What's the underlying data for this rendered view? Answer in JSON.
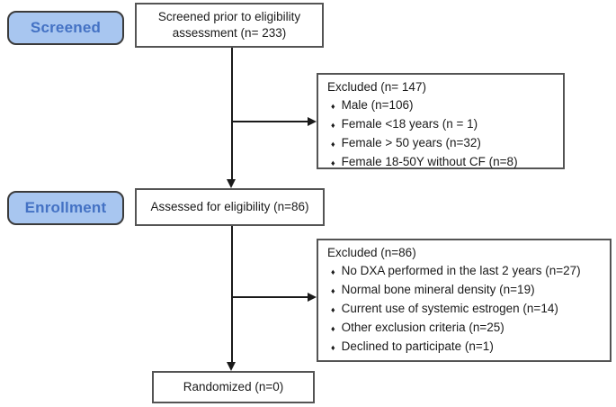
{
  "colors": {
    "stage_fill": "#a8c6f0",
    "stage_text": "#4472c4",
    "stage_border": "#3b3b3b",
    "box_border": "#545454",
    "line": "#1a1a1a"
  },
  "bullet_char": "♦",
  "stages": {
    "screened": "Screened",
    "enrollment": "Enrollment"
  },
  "boxes": {
    "screened_prior": "Screened prior to eligibility assessment (n= 233)",
    "assessed": "Assessed for eligibility (n=86)",
    "randomized": "Randomized (n=0)"
  },
  "excluded_screening": {
    "title": "Excluded (n= 147)",
    "items": [
      "Male (n=106)",
      "Female <18 years (n = 1)",
      "Female > 50 years (n=32)",
      "Female 18-50Y without CF (n=8)"
    ]
  },
  "excluded_eligibility": {
    "title": "Excluded (n=86)",
    "items": [
      "No DXA performed in the last 2 years (n=27)",
      "Normal bone mineral density (n=19)",
      "Current use of systemic estrogen (n=14)",
      "Other exclusion criteria (n=25)",
      "Declined to participate (n=1)"
    ]
  }
}
